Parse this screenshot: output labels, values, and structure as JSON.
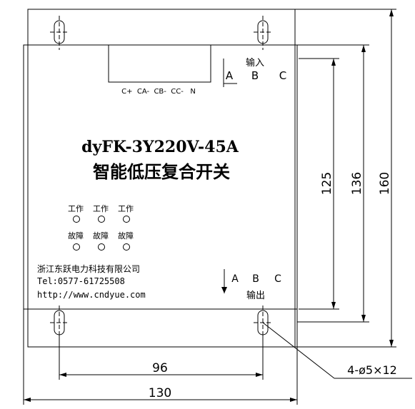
{
  "device": {
    "model": "dyFK-3Y220V-45A",
    "name": "智能低压复合开关"
  },
  "terminals": {
    "input_label": "输入",
    "output_label": "输出",
    "phases": [
      "A",
      "B",
      "C"
    ],
    "bottom_terminals": "C+  CA-  CB-  CC-   N"
  },
  "indicators": {
    "work_label": "工作",
    "fault_label": "故障",
    "count": 3
  },
  "company": {
    "name": "浙江东跃电力科技有限公司",
    "tel": "Tel:0577-61725508",
    "web": "http://www.cndyue.com"
  },
  "dimensions": {
    "hole_spacing": "96",
    "width": "130",
    "height_inner": "125",
    "height_mid": "136",
    "height_outer": "160",
    "hole_spec": "4-ø5×12"
  }
}
